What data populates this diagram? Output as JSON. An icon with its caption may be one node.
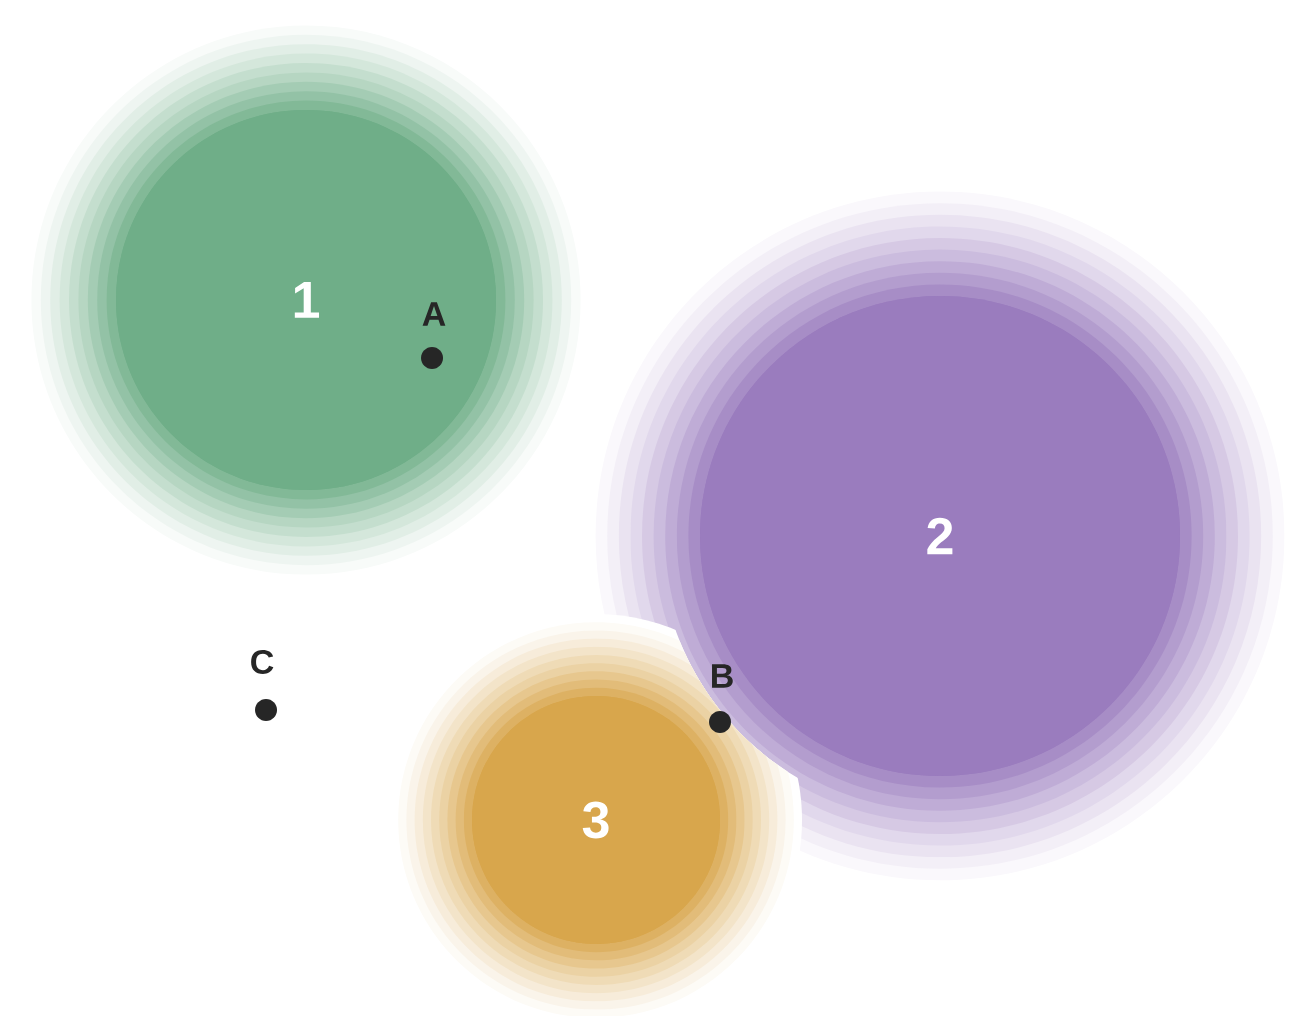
{
  "diagram": {
    "nodes": [
      {
        "text": [
          "1"
        ]
      },
      {
        "text": [
          "2"
        ]
      },
      {
        "text": [
          "3"
        ]
      }
    ],
    "labels": [
      "A",
      "B",
      "C"
    ]
  }
}
